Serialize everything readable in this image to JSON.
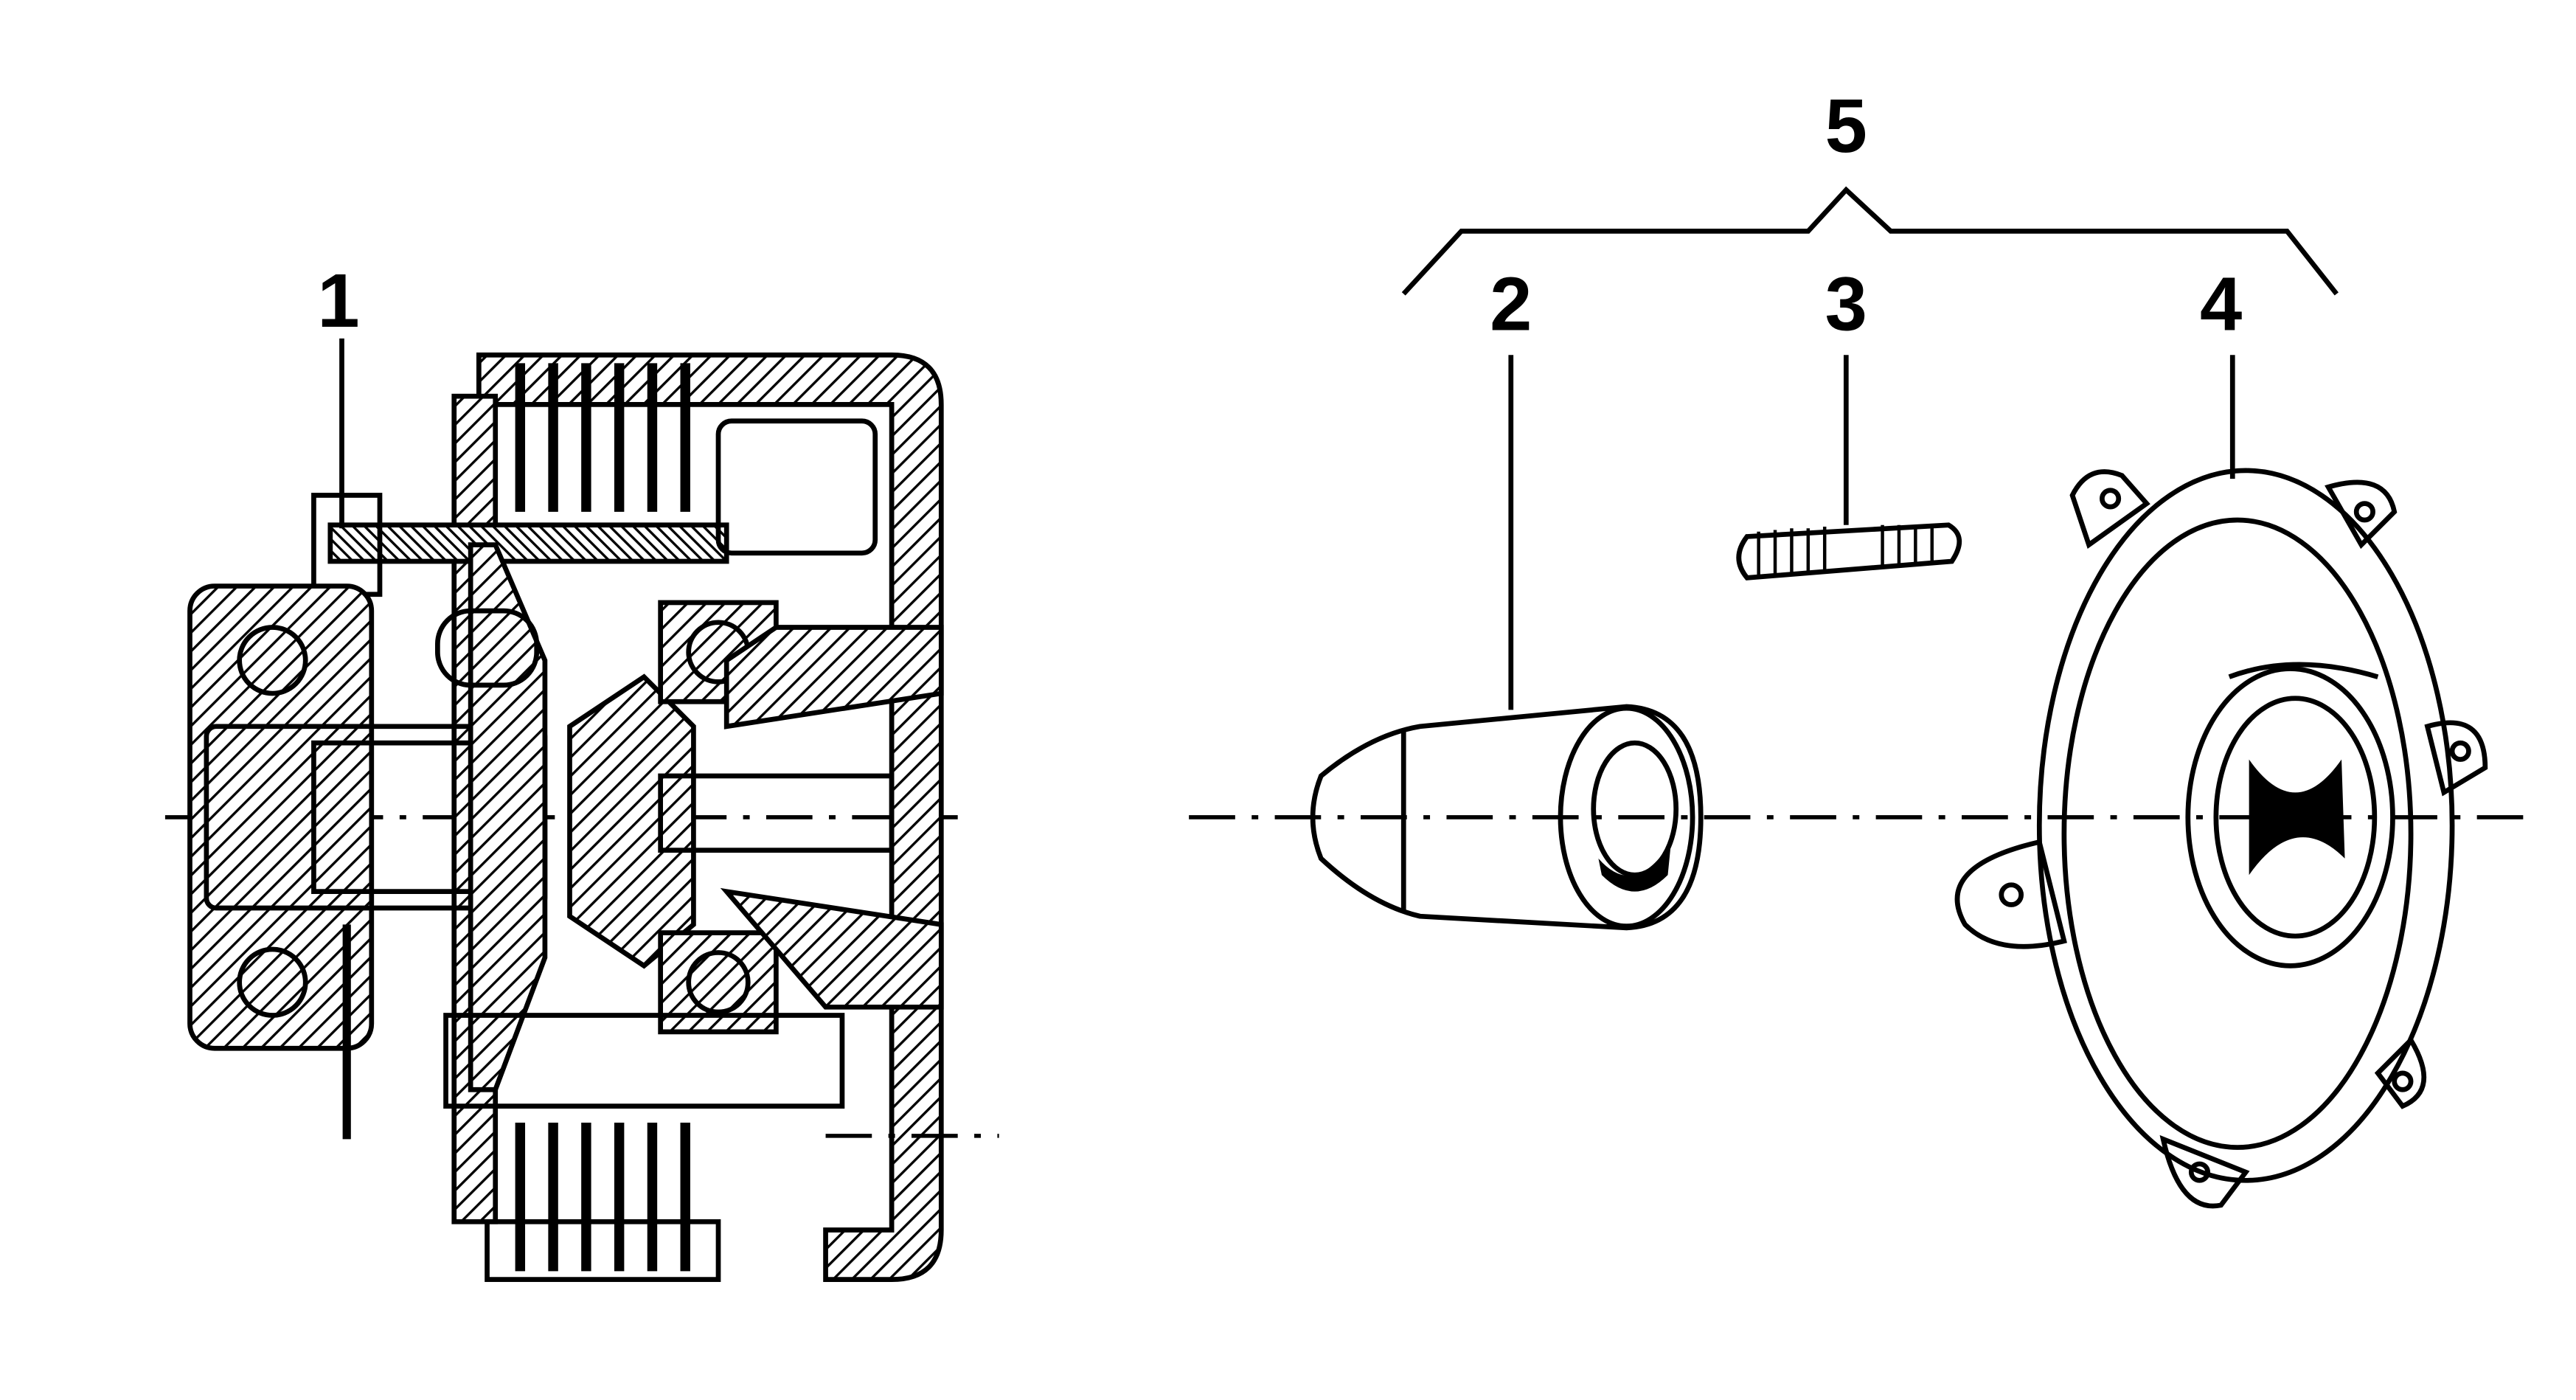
{
  "diagram": {
    "labels": {
      "item1": "1",
      "item2": "2",
      "item3": "3",
      "item4": "4",
      "item5": "5"
    }
  }
}
